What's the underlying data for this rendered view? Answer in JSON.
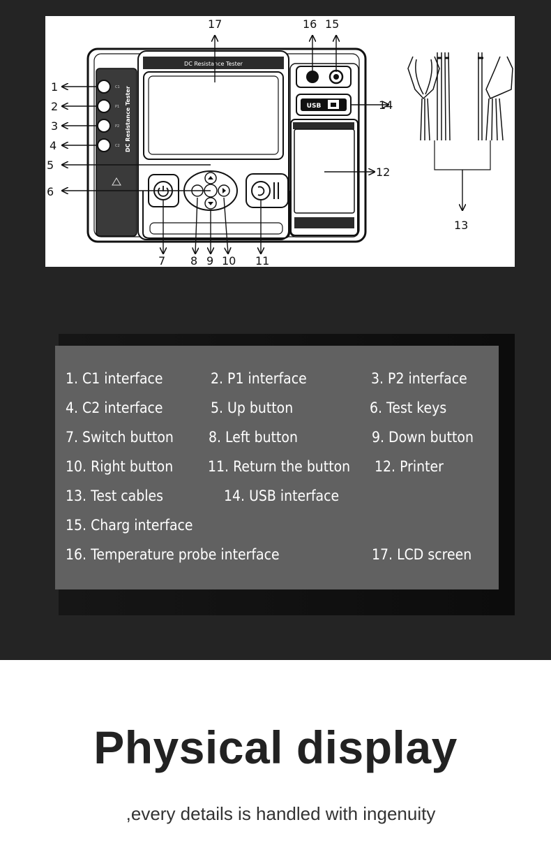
{
  "diagram": {
    "device_title": "DC Resistance Tester",
    "side_label": "DC Resistance Tester",
    "usb_label": "USB",
    "port_labels": [
      "C1",
      "P1",
      "P2",
      "C2"
    ],
    "callout_numbers": [
      "1",
      "2",
      "3",
      "4",
      "5",
      "6",
      "7",
      "8",
      "9",
      "10",
      "11",
      "12",
      "13",
      "14",
      "15",
      "16",
      "17"
    ]
  },
  "legend": {
    "items": [
      "1. C1 interface",
      "2. P1 interface",
      "3. P2 interface",
      "4. C2 interface",
      "5. Up button",
      "6. Test keys",
      "7. Switch button",
      "8. Left button",
      "9. Down button",
      "10. Right button",
      "11. Return the button",
      "12. Printer",
      "13. Test cables",
      "14. USB interface",
      "15. Charg interface",
      "16. Temperature probe interface",
      "17. LCD screen"
    ]
  },
  "headline": "Physical display",
  "subline": ",every details is handled with ingenuity",
  "colors": {
    "background_dark": "#242424",
    "legend_box": "#616161",
    "text_light": "#ffffff",
    "text_dark": "#222222"
  }
}
